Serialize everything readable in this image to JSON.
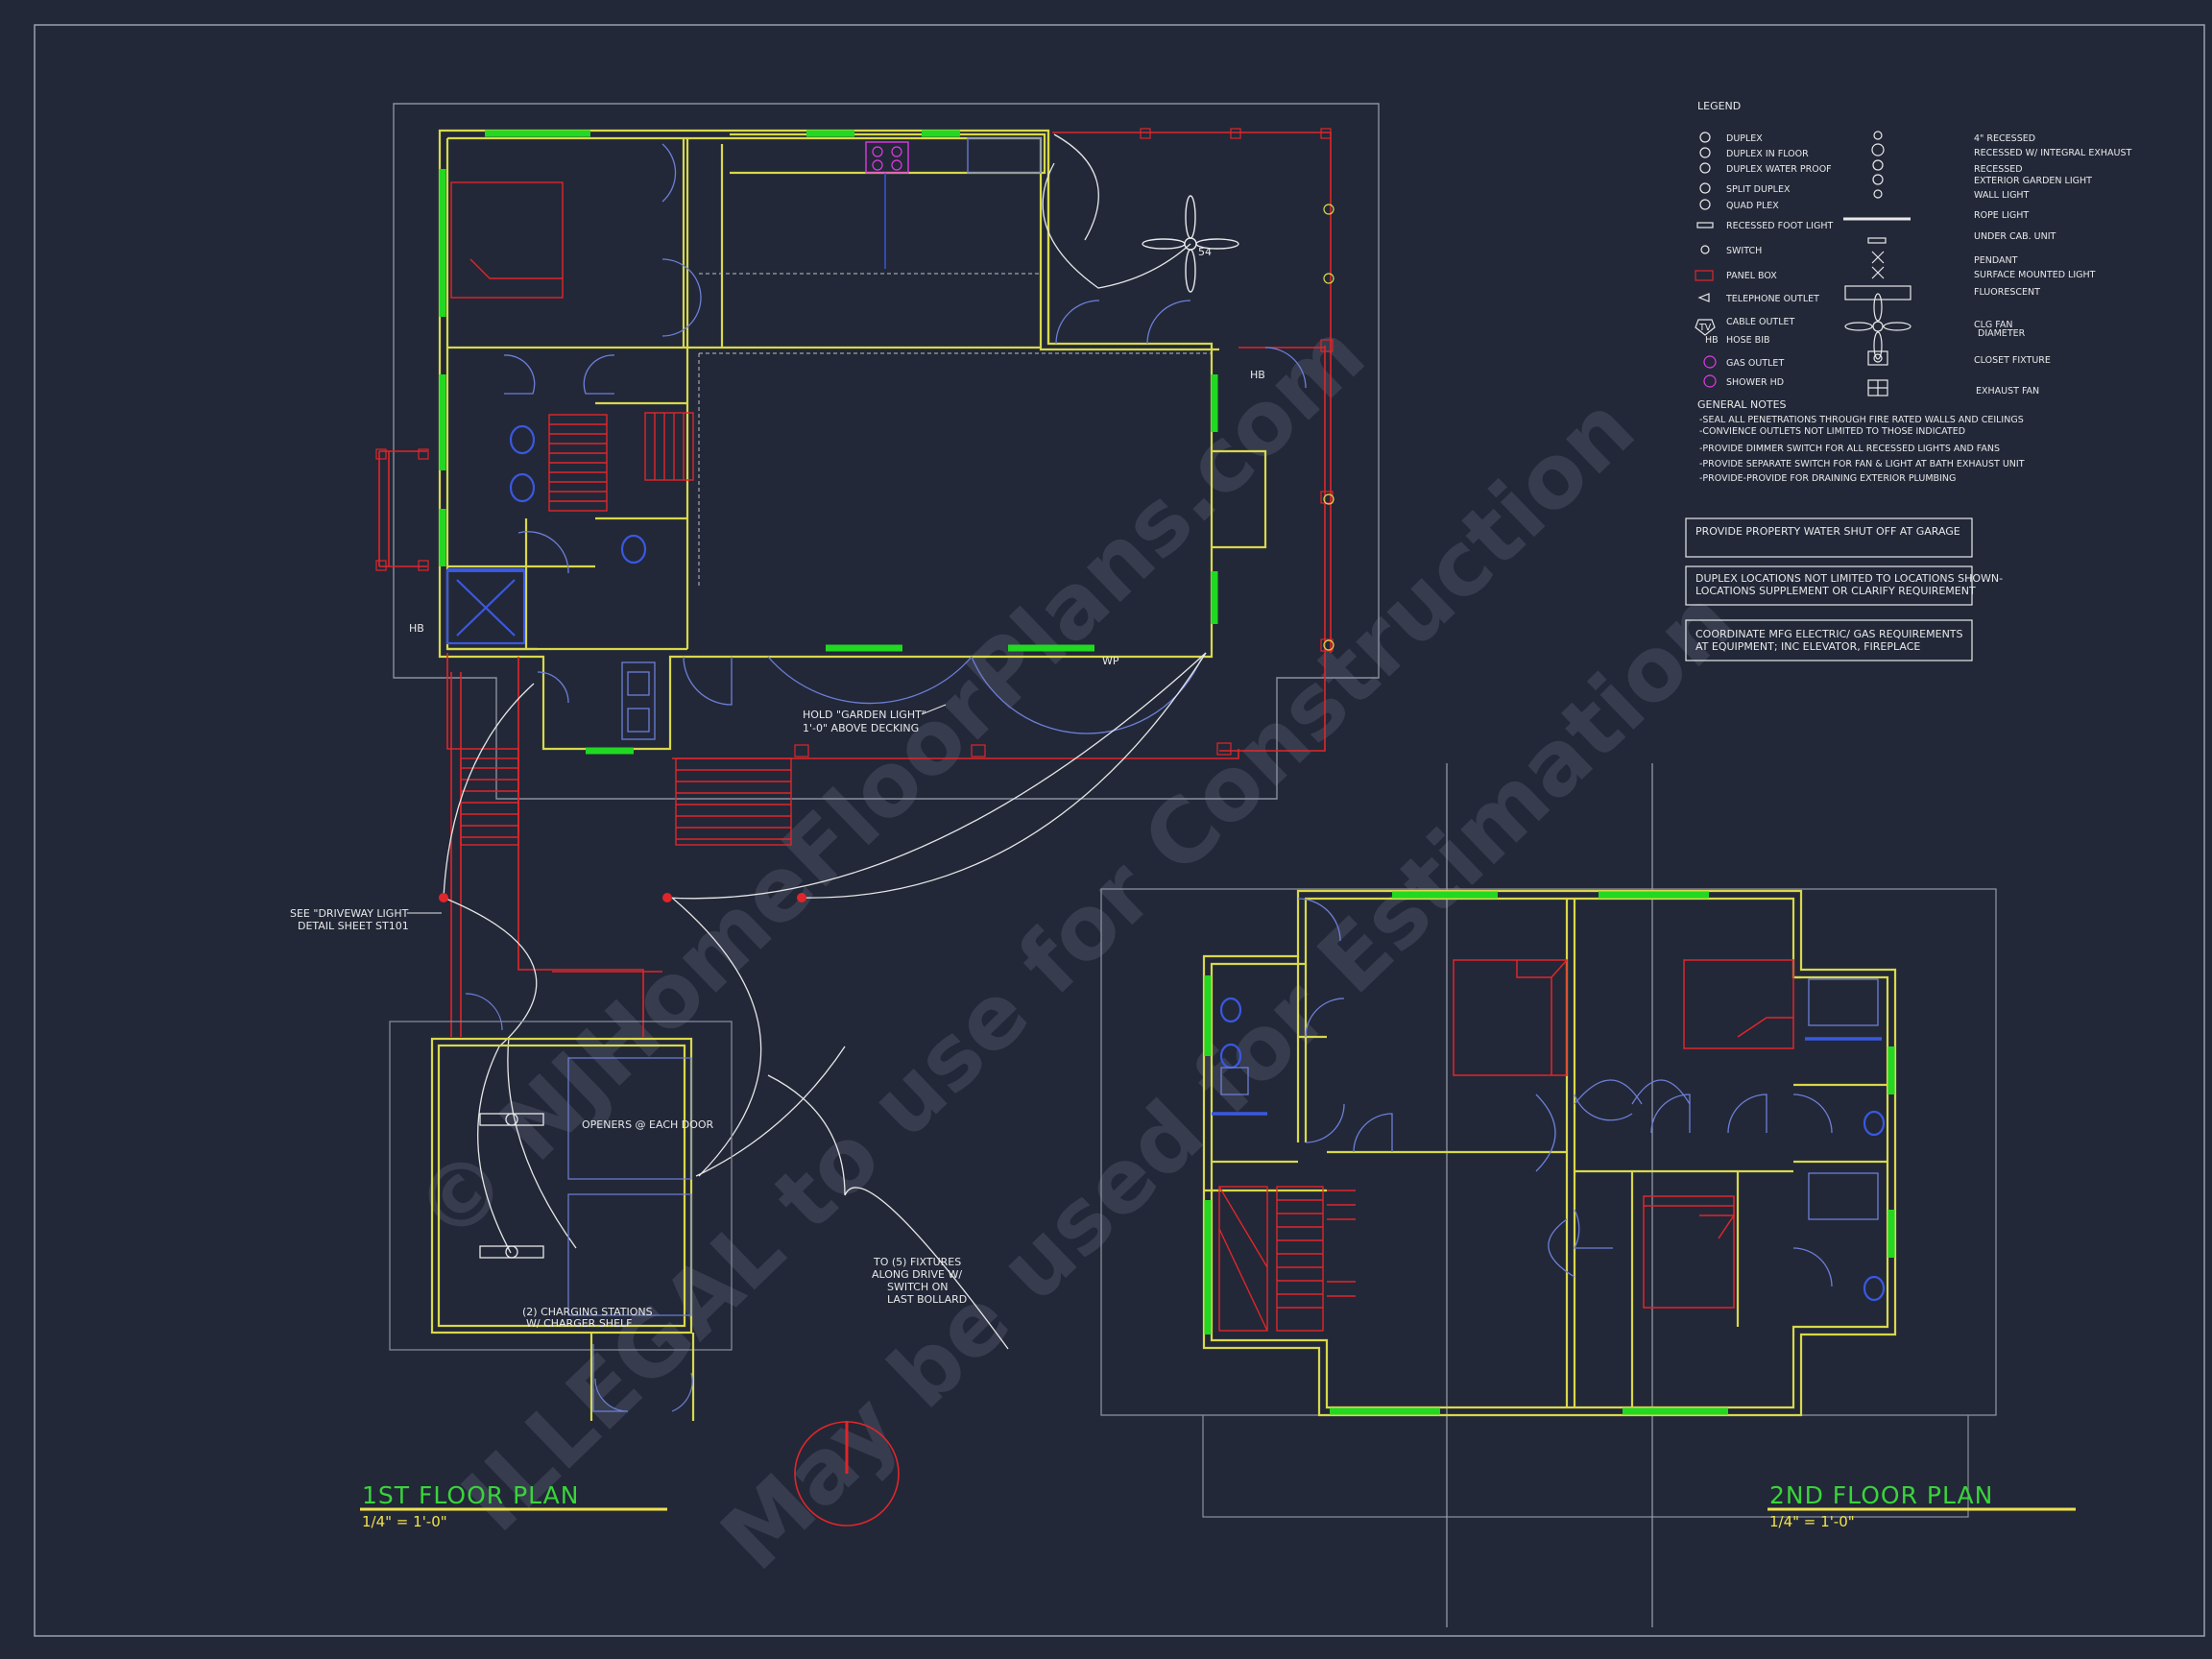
{
  "watermark": {
    "line1": "© NJHomeFloorPlans.com",
    "line2": "ILLEGAL to use for Construction",
    "line3": "May be used for Estimation"
  },
  "legend": {
    "heading": "LEGEND",
    "left_items": [
      "DUPLEX",
      "DUPLEX IN FLOOR",
      "DUPLEX WATER PROOF",
      "SPLIT DUPLEX",
      "QUAD PLEX",
      "RECESSED FOOT LIGHT",
      "SWITCH",
      "PANEL BOX",
      "TELEPHONE OUTLET",
      "CABLE OUTLET",
      "HOSE BIB",
      "GAS OUTLET",
      "SHOWER HD"
    ],
    "right_items": [
      "4\" RECESSED",
      "RECESSED W/ INTEGRAL EXHAUST",
      "RECESSED",
      "EXTERIOR GARDEN LIGHT",
      "WALL LIGHT",
      "ROPE LIGHT",
      "UNDER CAB. UNIT",
      "PENDANT",
      "SURFACE MOUNTED LIGHT",
      "FLUORESCENT",
      "CLG FAN",
      "DIAMETER",
      "CLOSET  FIXTURE",
      "EXHAUST FAN"
    ],
    "cable_symbol": "TV",
    "hb_symbol": "HB"
  },
  "general_notes": {
    "heading": "GENERAL NOTES",
    "items": [
      "-SEAL ALL PENETRATIONS THROUGH FIRE RATED WALLS AND CEILINGS",
      "-CONVIENCE OUTLETS NOT LIMITED TO THOSE INDICATED",
      "-PROVIDE DIMMER SWITCH FOR ALL RECESSED LIGHTS AND FANS",
      "-PROVIDE SEPARATE SWITCH FOR FAN & LIGHT AT BATH EXHAUST UNIT",
      "-PROVIDE-PROVIDE FOR DRAINING EXTERIOR PLUMBING"
    ]
  },
  "note_boxes": [
    {
      "line1": "PROVIDE  PROPERTY WATER SHUT OFF AT GARAGE",
      "line2": ""
    },
    {
      "line1": "DUPLEX LOCATIONS NOT LIMITED TO LOCATIONS SHOWN-",
      "line2": "LOCATIONS SUPPLEMENT OR CLARIFY REQUIREMENT"
    },
    {
      "line1": "COORDINATE MFG ELECTRIC/ GAS REQUIREMENTS",
      "line2": "AT EQUIPMENT; INC ELEVATOR, FIREPLACE"
    }
  ],
  "annotations": {
    "garden_light_1": "HOLD \"GARDEN LIGHT\"",
    "garden_light_2": "1'-0\" ABOVE DECKING",
    "driveway_1": "SEE \"DRIVEWAY LIGHT",
    "driveway_2": "DETAIL SHEET ST101",
    "fixtures_1": "TO (5) FIXTURES",
    "fixtures_2": "ALONG DRIVE W/",
    "fixtures_3": "SWITCH  ON",
    "fixtures_4": "LAST BOLLARD",
    "openers": "OPENERS @ EACH DOOR",
    "charging_1": "(2) CHARGING STATIONS",
    "charging_2": "W/ CHARGER SHELF",
    "fan_size": "54",
    "hb_tag": "HB",
    "wp_tag": "WP",
    "sym_tag": "TV"
  },
  "plans": {
    "first_title": "1ST FLOOR PLAN",
    "first_scale": "1/4\" = 1'-0\"",
    "second_title": "2ND FLOOR PLAN",
    "second_scale": "1/4\" = 1'-0\""
  },
  "colors": {
    "background": "#222838",
    "wall": "#d8d84a",
    "window": "#22d822",
    "circuit": "#e0262a",
    "fixture": "#6d7fd6",
    "wire": "#e6e6e6",
    "accent": "#e23ae0",
    "outline": "#8a8f9c"
  }
}
